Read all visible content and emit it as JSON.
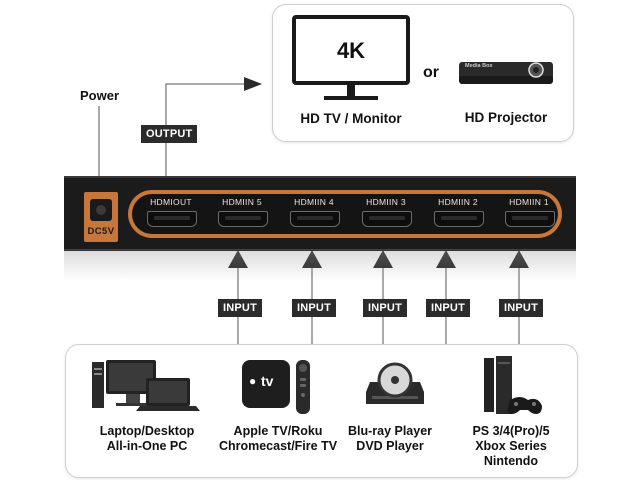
{
  "labels": {
    "power": "Power",
    "output": "OUTPUT",
    "input": "INPUT",
    "or": "or",
    "dc5v": "DC5V"
  },
  "display": {
    "screen_text": "4K",
    "tv_label": "HD TV / Monitor",
    "projector_label": "HD Projector",
    "projector_brand": "Media Box"
  },
  "ports": [
    {
      "label": "HDMIOUT"
    },
    {
      "label": "HDMIIN 5"
    },
    {
      "label": "HDMIIN 4"
    },
    {
      "label": "HDMIIN 3"
    },
    {
      "label": "HDMIIN 2"
    },
    {
      "label": "HDMIIN 1"
    }
  ],
  "apple_tv_logo": "tv",
  "sources": [
    {
      "line1": "Laptop/Desktop",
      "line2": "All-in-One PC",
      "line3": ""
    },
    {
      "line1": "Apple TV/Roku",
      "line2": "Chromecast/Fire TV",
      "line3": ""
    },
    {
      "line1": "Blu-ray Player",
      "line2": "DVD Player",
      "line3": ""
    },
    {
      "line1": "PS 3/4(Pro)/5",
      "line2": "Xbox Series",
      "line3": "Nintendo"
    }
  ],
  "colors": {
    "device_body": "#1b1b1b",
    "port_panel": "#c8773a",
    "tag_bg": "#2b2b2b"
  }
}
